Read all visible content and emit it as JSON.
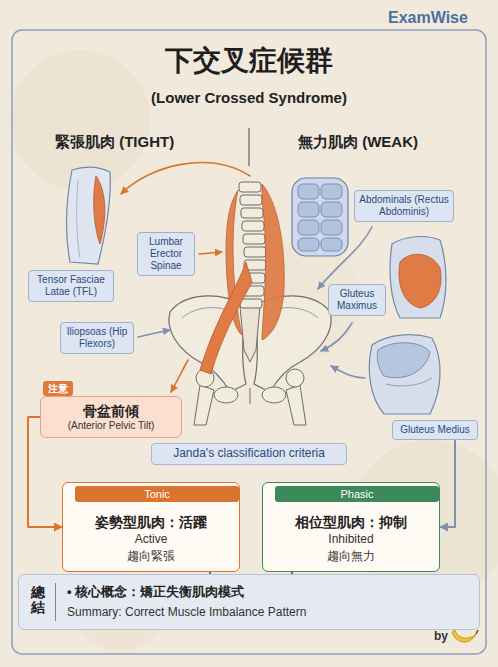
{
  "diagram": {
    "title": "下交叉症候群",
    "nodes": [
      {
        "text": [
          "Tensor Fasciae Latae (TFL)"
        ]
      },
      {
        "text": [
          "Lumbar Erector Spinae"
        ]
      },
      {
        "text": [
          "Abdominals (Rectus Abdominis)"
        ]
      },
      {
        "text": [
          "Gluteus Maximus"
        ]
      },
      {
        "text": [
          "Iliopsoas (Hip Flexors)"
        ]
      },
      {
        "text": [
          "注意",
          "骨盆前傾",
          "(Anterior Pelvic Tilt)"
        ]
      },
      {
        "text": [
          "Gluteus Medius"
        ]
      },
      {
        "text": [
          "Janda's classification criteria"
        ]
      },
      {
        "text": [
          "Tonic",
          "姿勢型肌肉：活躍",
          "Active",
          "趨向緊張"
        ]
      },
      {
        "text": [
          "Phasic",
          "相位型肌肉：抑制",
          "Inhibited",
          "趨向無力"
        ]
      },
      {
        "text": [
          "總結",
          "• 核心概念：矯正失衡肌肉模式",
          "Summary: Correct Muscle Imbalance Pattern"
        ]
      }
    ],
    "edges": [
      {
        "from": 5,
        "to": 8,
        "arrow": "to"
      },
      {
        "from": 8,
        "to": 9,
        "arrow": "to"
      },
      {
        "from": 6,
        "to": 9,
        "arrow": "to"
      }
    ],
    "labels": [
      "ExamWise",
      "(Lower Crossed Syndrome)",
      "緊張肌肉 (TIGHT)",
      "無力肌肉 (WEAK)",
      "by"
    ]
  }
}
